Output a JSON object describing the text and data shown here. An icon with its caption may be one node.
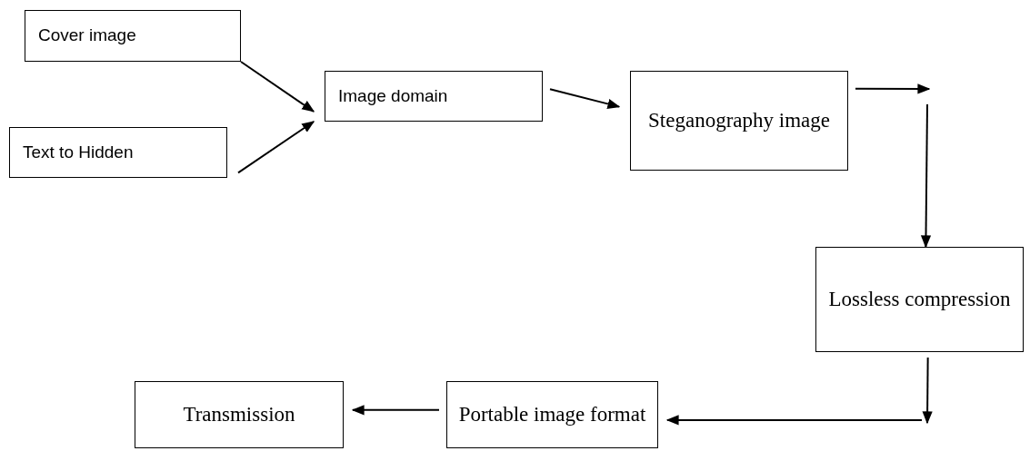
{
  "diagram": {
    "nodes": [
      {
        "text": [
          "Cover image"
        ]
      },
      {
        "text": [
          "Text to Hidden"
        ]
      },
      {
        "text": [
          "Image domain"
        ]
      },
      {
        "text": [
          "Steganography image"
        ]
      },
      {
        "text": [
          "Lossless compression"
        ]
      },
      {
        "text": [
          "Portable image format"
        ]
      },
      {
        "text": [
          "Transmission"
        ]
      }
    ],
    "edges": [
      {
        "from": 0,
        "to": 2,
        "arrow": "to"
      },
      {
        "from": 1,
        "to": 2,
        "arrow": "to"
      },
      {
        "from": 2,
        "to": 3,
        "arrow": "to"
      },
      {
        "from": 3,
        "to": null,
        "arrow": "to"
      },
      {
        "from": null,
        "to": 4,
        "arrow": "to"
      },
      {
        "from": 4,
        "to": null,
        "arrow": "to"
      },
      {
        "from": null,
        "to": 5,
        "arrow": "to"
      },
      {
        "from": 5,
        "to": 6,
        "arrow": "to"
      }
    ]
  }
}
